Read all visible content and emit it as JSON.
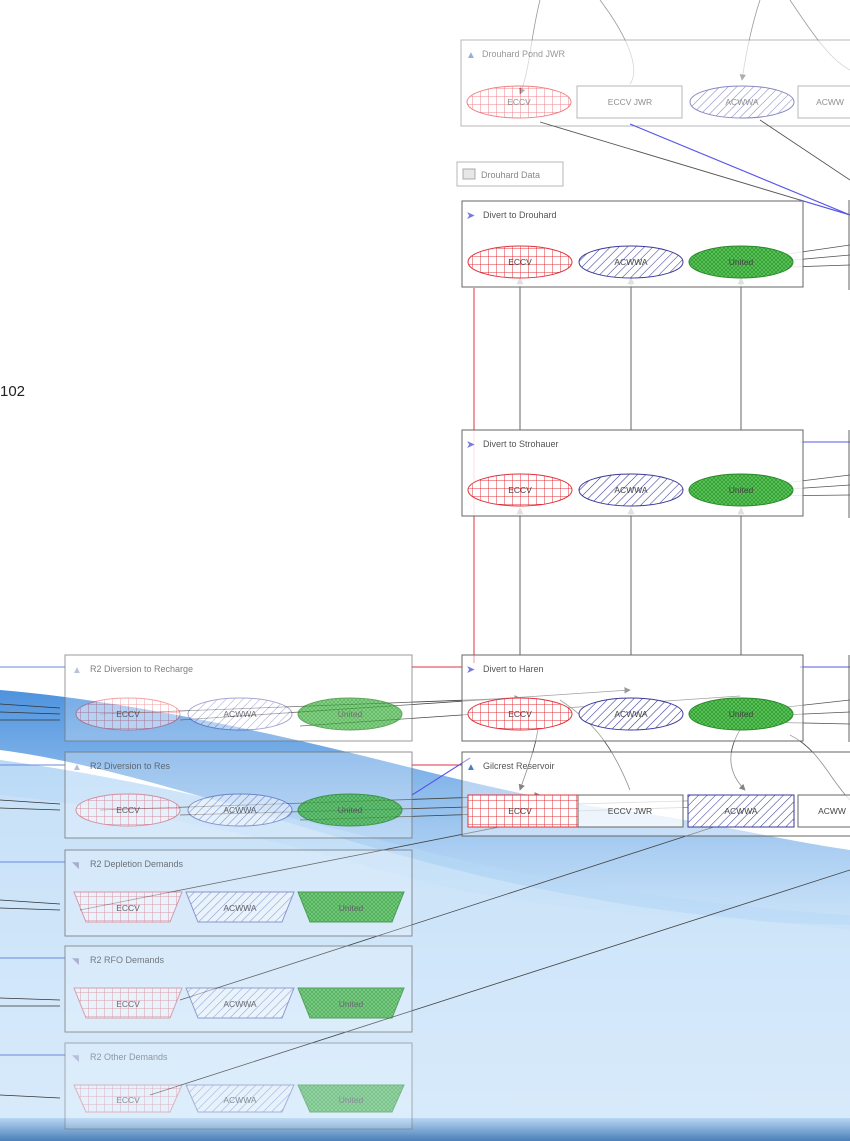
{
  "fragment_text": "102",
  "groups": {
    "drouhard_pond": {
      "title": "Drouhard Pond JWR",
      "items": [
        "ECCV",
        "ECCV JWR",
        "ACWWA",
        "ACWW"
      ]
    },
    "drouhard_data": {
      "title": "Drouhard Data"
    },
    "divert_drouhard": {
      "title": "Divert to Drouhard",
      "items": [
        "ECCV",
        "ACWWA",
        "United"
      ]
    },
    "divert_strohauer": {
      "title": "Divert to Strohauer",
      "items": [
        "ECCV",
        "ACWWA",
        "United"
      ]
    },
    "divert_haren": {
      "title": "Divert to Haren",
      "items": [
        "ECCV",
        "ACWWA",
        "United"
      ]
    },
    "gilcrest": {
      "title": "Gilcrest Reservoir",
      "items": [
        "ECCV",
        "ECCV JWR",
        "ACWWA",
        "ACWW"
      ]
    },
    "r2_recharge": {
      "title": "R2 Diversion to Recharge",
      "items": [
        "ECCV",
        "ACWWA",
        "United"
      ]
    },
    "r2_res": {
      "title": "R2 Diversion to Res",
      "items": [
        "ECCV",
        "ACWWA",
        "United"
      ]
    },
    "r2_depletion": {
      "title": "R2 Depletion Demands",
      "items": [
        "ECCV",
        "ACWWA",
        "United"
      ]
    },
    "r2_rfo": {
      "title": "R2 RFO Demands",
      "items": [
        "ECCV",
        "ACWWA",
        "United"
      ]
    },
    "r2_other": {
      "title": "R2 Other Demands",
      "items": [
        "ECCV",
        "ACWWA",
        "United"
      ]
    }
  },
  "colors": {
    "eccv": "#e0303a",
    "acwwa": "#3a3a9a",
    "united": "#3aaa3a",
    "flow_red": "#e03040",
    "flow_blue": "#5555ee",
    "wave_blue": "#3f8fe0",
    "edge": "#333333"
  }
}
